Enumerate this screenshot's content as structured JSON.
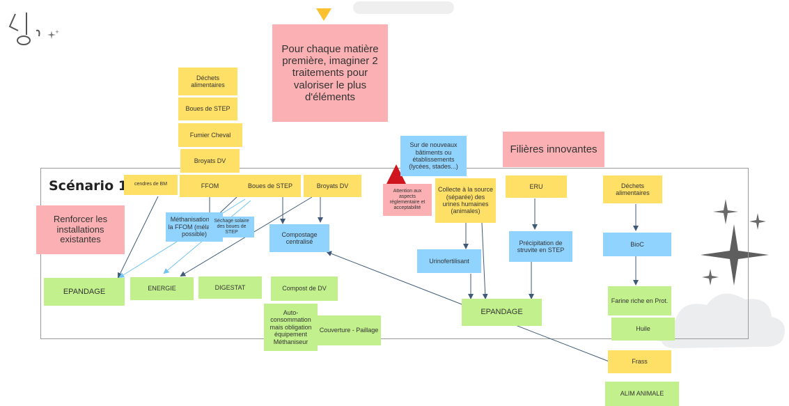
{
  "frame": {
    "title": "Scénario 1"
  },
  "notes": {
    "prompt": "Pour chaque matière première, imaginer 2 traitements pour valoriser le plus d'éléments",
    "filieres": "Filières innovantes",
    "renforcer": "Renforcer les installations existantes",
    "dechets_top": "Déchets alimentaires",
    "boues_top": "Boues de STEP",
    "fumier": "Fumier Cheval",
    "broyats_top": "Broyats DV",
    "cendres": "cendres de BM",
    "ffom": "FFOM",
    "boues_row": "Boues de STEP",
    "broyats_row": "Broyats DV",
    "methanisation": "Méthanisation de la FFOM (mélange possible)",
    "sechage": "Séchage solaire des boues de STEP",
    "compostage": "Compostage centralisé",
    "epandage_left": "EPANDAGE",
    "energie": "ENERGIE",
    "digestat": "DIGESTAT",
    "compost_dv": "Compost de DV",
    "autoconso": "Auto-consommation mais obligation équipement Méthaniseur",
    "couverture": "Couverture - Paillage",
    "nouveaux_batiments": "Sur de nouveaux bâtiments ou établissements (lycées, stades...)",
    "attention": "Attention aux aspects réglementaire et acceptabilité",
    "collecte": "Collecte à la source (séparée) des urines humaines (animales)",
    "eru": "ERU",
    "urinofert": "Urinofertilisant",
    "struvite": "Précipitation de struvite en STEP",
    "epandage_right": "EPANDAGE",
    "dechets_right": "Déchets alimentaires",
    "bioc": "BioC",
    "farine": "Farine riche en Prot.",
    "huile": "Huile",
    "frass": "Frass",
    "alim": "ALIM ANIMALE"
  },
  "colors": {
    "yellow": "#ffe066",
    "blue": "#8fd3fe",
    "green": "#c2f08c",
    "pink": "#fbb0b3",
    "connector": "#3f5a78",
    "light_connector": "#6fc4f0"
  },
  "icons": [
    "hand-drawn-logo-icon",
    "sparkle-icon",
    "stars-decoration-icon",
    "cloud-decoration-icon",
    "warning-triangle-icon",
    "pointer-marker-icon"
  ]
}
